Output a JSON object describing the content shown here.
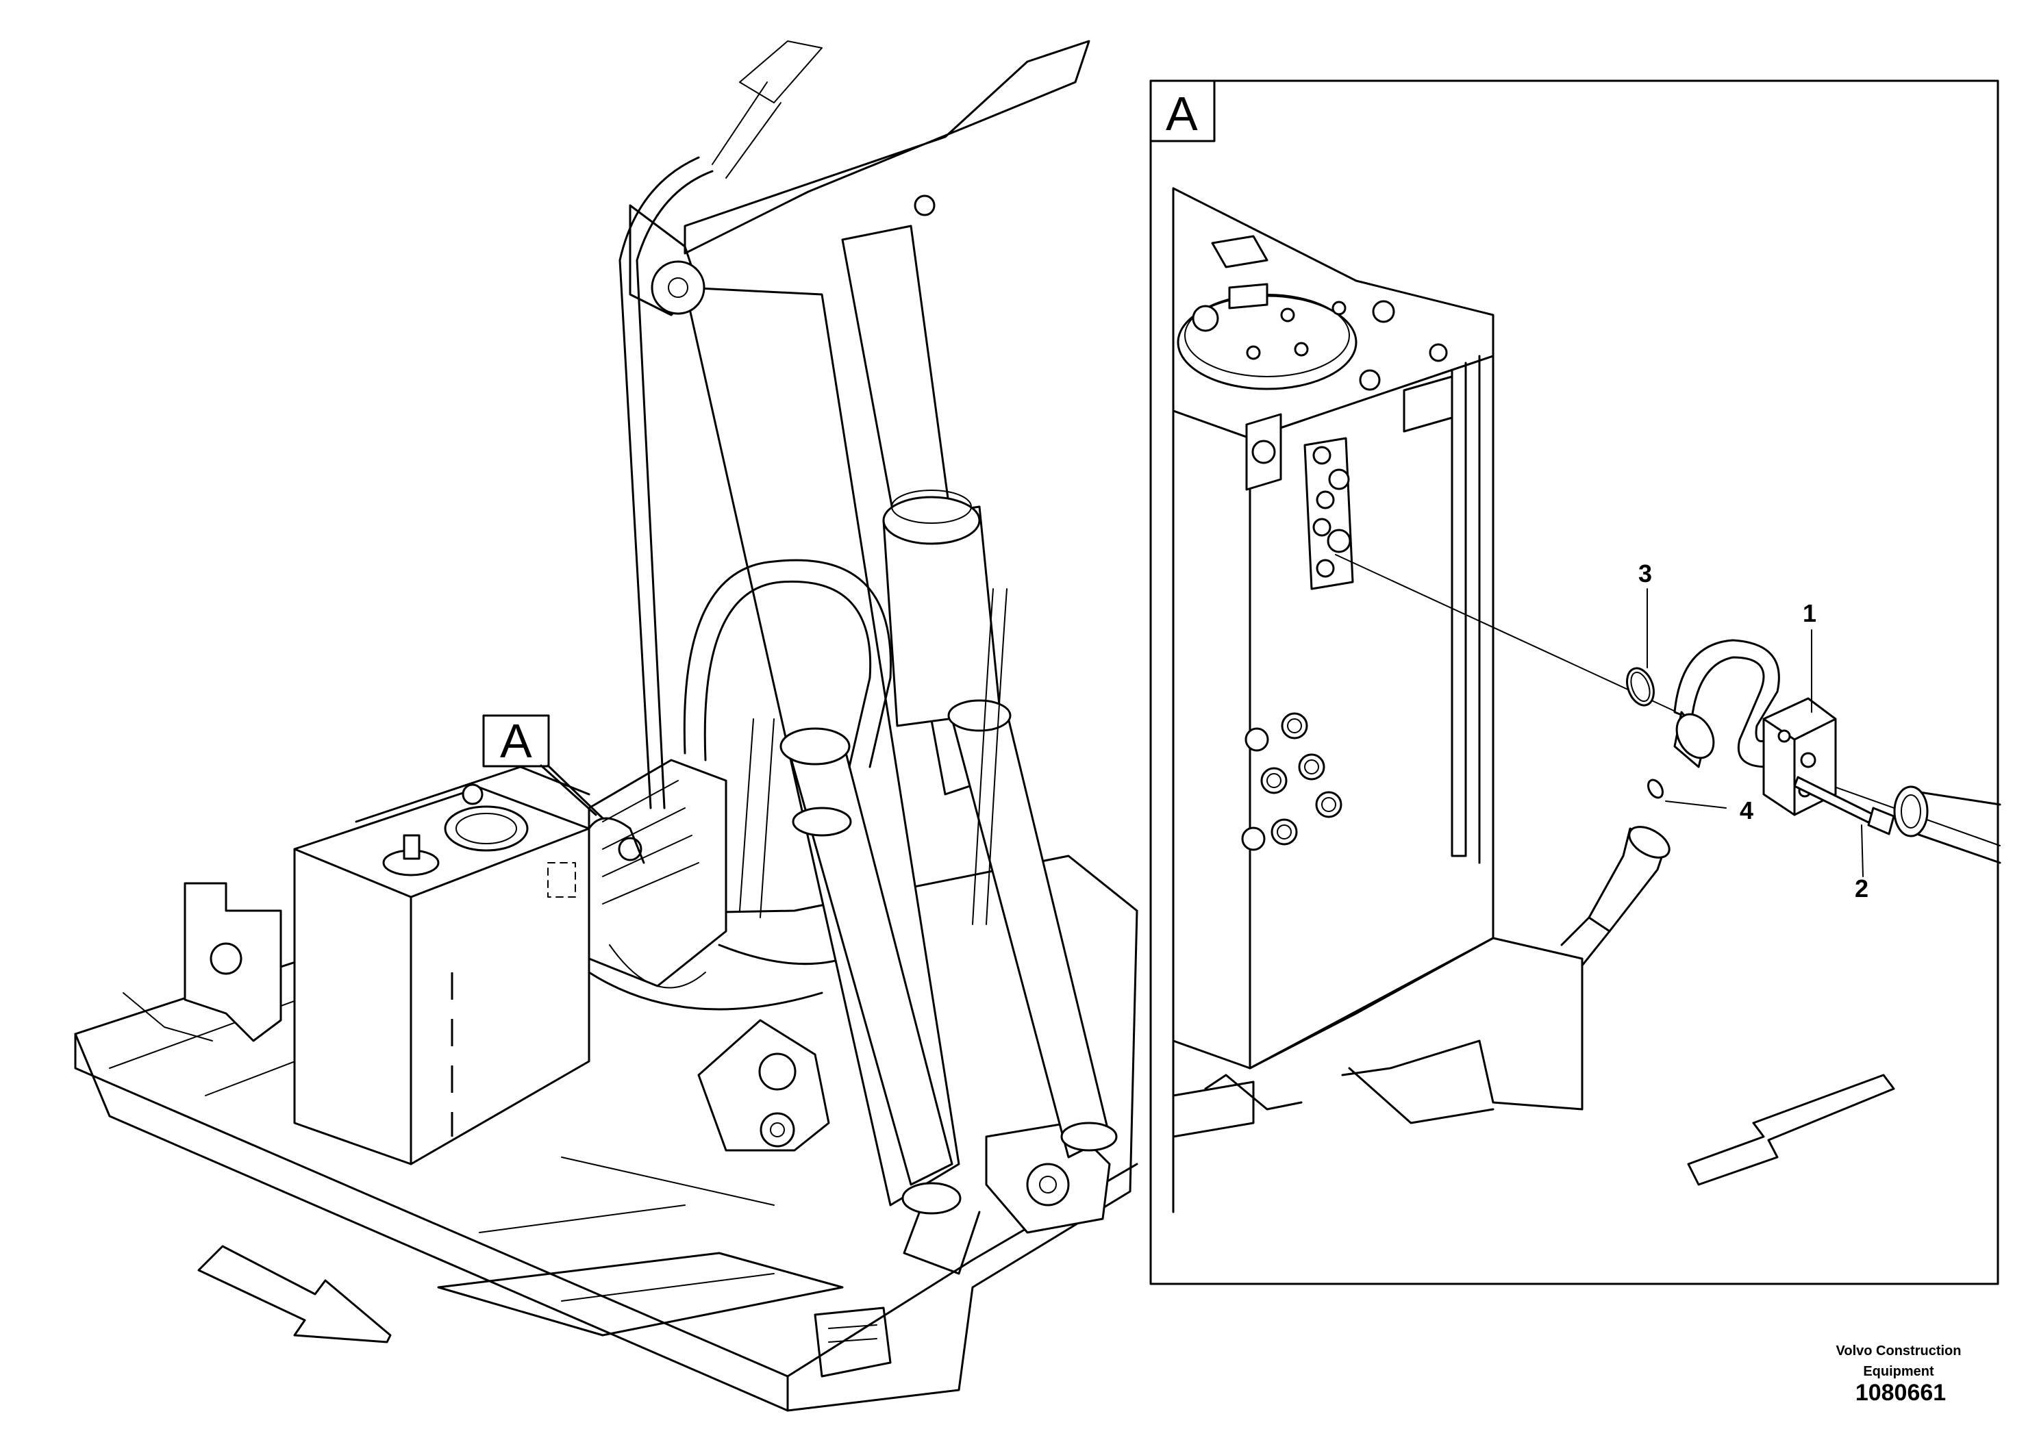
{
  "callouts": {
    "view_letter_overview": "A",
    "view_letter_detail": "A"
  },
  "part_labels": [
    {
      "id": "1",
      "text": "1"
    },
    {
      "id": "2",
      "text": "2"
    },
    {
      "id": "3",
      "text": "3"
    },
    {
      "id": "4",
      "text": "4"
    }
  ],
  "footer": {
    "publisher": "Volvo Construction Equipment",
    "document_number": "1080661"
  },
  "icons": [
    "direction-arrow-icon",
    "direction-arrow-icon"
  ],
  "colors": {
    "line": "#000000",
    "background": "#ffffff"
  }
}
